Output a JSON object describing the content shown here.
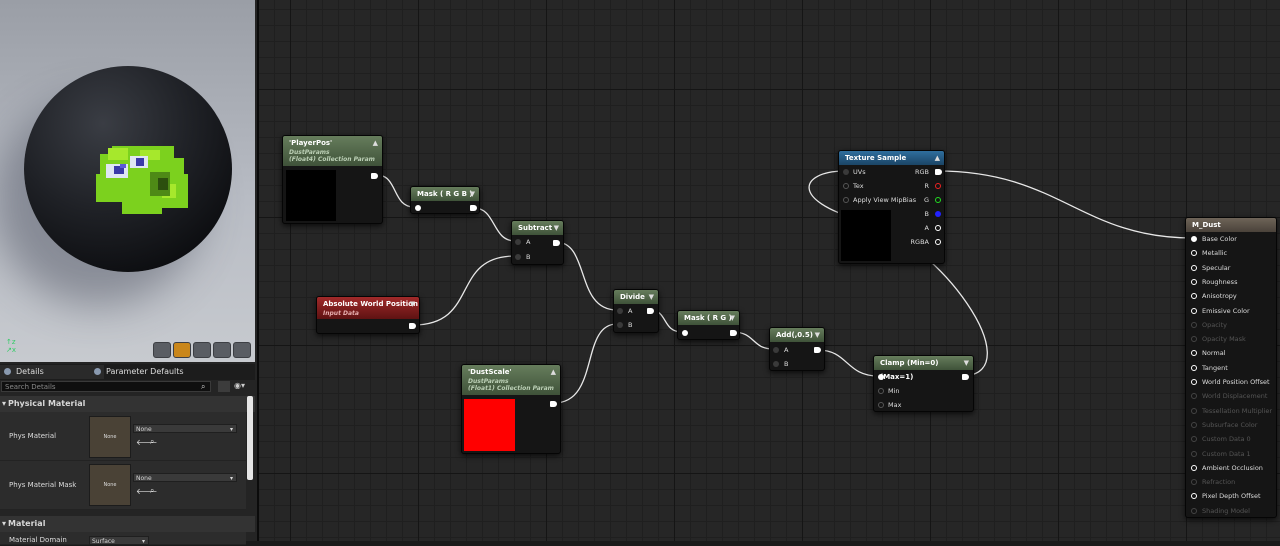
{
  "left_panel": {
    "tabs": {
      "details": "Details",
      "parameter_defaults": "Parameter Defaults"
    },
    "search_placeholder": "Search Details",
    "physical_material": {
      "category": "Physical Material",
      "phys_material": {
        "label": "Phys Material",
        "thumb_text": "None",
        "value": "None"
      },
      "phys_material_mask": {
        "label": "Phys Material Mask",
        "thumb_text": "None",
        "value": "None"
      }
    },
    "material": {
      "category": "Material",
      "material_domain": {
        "label": "Material Domain",
        "value": "Surface"
      }
    },
    "viewport_toolbar": [
      "cylinder-icon",
      "sphere-icon",
      "plane-icon",
      "cube-icon",
      "teapot-icon"
    ]
  },
  "graph": {
    "player_pos": {
      "title": "'PlayerPos'",
      "sub1": "DustParams",
      "sub2": "(Float4) Collection Param",
      "preview_color": "#000000"
    },
    "mask_rgb": {
      "title": "Mask ( R G B )"
    },
    "subtract": {
      "title": "Subtract",
      "a": "A",
      "b": "B"
    },
    "abs_world_pos": {
      "title": "Absolute World Position",
      "sub": "Input Data"
    },
    "divide": {
      "title": "Divide",
      "a": "A",
      "b": "B"
    },
    "dust_scale": {
      "title": "'DustScale'",
      "sub1": "DustParams",
      "sub2": "(Float1) Collection Param",
      "preview_color": "#ff0000"
    },
    "mask_rg": {
      "title": "Mask ( R G )"
    },
    "add": {
      "title": "Add(,0.5)",
      "a": "A",
      "b": "B"
    },
    "clamp": {
      "title": "Clamp (Min=0) (Max=1)",
      "min": "Min",
      "max": "Max"
    },
    "texture_sample": {
      "title": "Texture Sample",
      "inputs": [
        "UVs",
        "Tex",
        "Apply View MipBias"
      ],
      "outputs": [
        "RGB",
        "R",
        "G",
        "B",
        "A",
        "RGBA"
      ]
    },
    "result": {
      "title": "M_Dust",
      "pins": [
        {
          "label": "Base Color",
          "enabled": true
        },
        {
          "label": "Metallic",
          "enabled": true
        },
        {
          "label": "Specular",
          "enabled": true
        },
        {
          "label": "Roughness",
          "enabled": true
        },
        {
          "label": "Anisotropy",
          "enabled": true
        },
        {
          "label": "Emissive Color",
          "enabled": true
        },
        {
          "label": "Opacity",
          "enabled": false
        },
        {
          "label": "Opacity Mask",
          "enabled": false
        },
        {
          "label": "Normal",
          "enabled": true
        },
        {
          "label": "Tangent",
          "enabled": true
        },
        {
          "label": "World Position Offset",
          "enabled": true
        },
        {
          "label": "World Displacement",
          "enabled": false
        },
        {
          "label": "Tessellation Multiplier",
          "enabled": false
        },
        {
          "label": "Subsurface Color",
          "enabled": false
        },
        {
          "label": "Custom Data 0",
          "enabled": false
        },
        {
          "label": "Custom Data 1",
          "enabled": false
        },
        {
          "label": "Ambient Occlusion",
          "enabled": true
        },
        {
          "label": "Refraction",
          "enabled": false
        },
        {
          "label": "Pixel Depth Offset",
          "enabled": true
        },
        {
          "label": "Shading Model",
          "enabled": false
        }
      ]
    }
  }
}
